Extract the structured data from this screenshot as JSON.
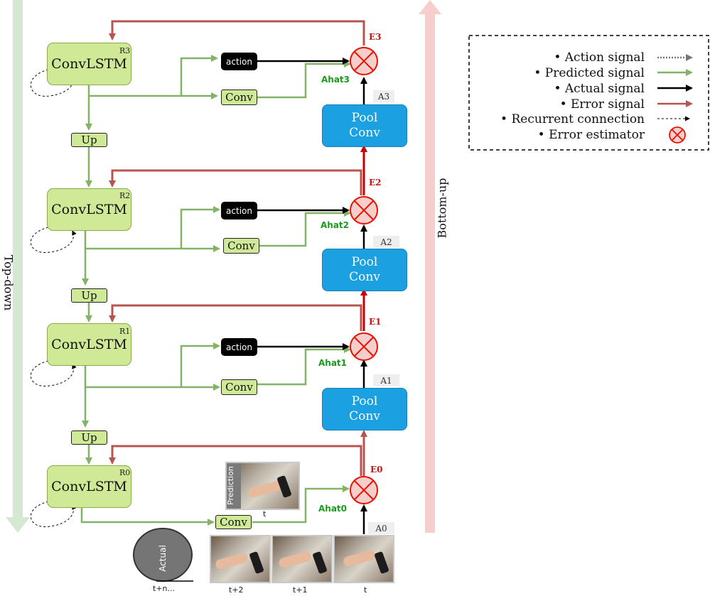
{
  "side_labels": {
    "top_down": "Top-down",
    "bottom_up": "Bottom-up"
  },
  "layers": [
    {
      "lstm_label": "ConvLSTM",
      "r_label": "R3",
      "action_label": "action",
      "conv_label": "Conv",
      "up_label": "Up",
      "pool_line1": "Pool",
      "pool_line2": "Conv",
      "a_label": "A3",
      "e_label": "E3",
      "ahat_label": "Ahat3"
    },
    {
      "lstm_label": "ConvLSTM",
      "r_label": "R2",
      "action_label": "action",
      "conv_label": "Conv",
      "up_label": "Up",
      "pool_line1": "Pool",
      "pool_line2": "Conv",
      "a_label": "A2",
      "e_label": "E2",
      "ahat_label": "Ahat2"
    },
    {
      "lstm_label": "ConvLSTM",
      "r_label": "R1",
      "action_label": "action",
      "conv_label": "Conv",
      "up_label": "Up",
      "pool_line1": "Pool",
      "pool_line2": "Conv",
      "a_label": "A1",
      "e_label": "E1",
      "ahat_label": "Ahat1"
    },
    {
      "lstm_label": "ConvLSTM",
      "r_label": "R0",
      "conv_label": "Conv",
      "a_label": "A0",
      "e_label": "E0",
      "ahat_label": "Ahat0"
    }
  ],
  "prediction": {
    "rotated_label": "Prediction",
    "caption": "t"
  },
  "input_frames": {
    "captions": [
      "t+2",
      "t+1",
      "t"
    ]
  },
  "actual": {
    "label": "Actual",
    "caption": "t+n..."
  },
  "legend": [
    {
      "label": "Action signal",
      "color": "#777777",
      "style": "dotted"
    },
    {
      "label": "Predicted signal",
      "color": "#82b366",
      "style": "solid"
    },
    {
      "label": "Actual signal",
      "color": "#000000",
      "style": "solid"
    },
    {
      "label": "Error signal",
      "color": "#b85450",
      "style": "solid"
    },
    {
      "label": "Recurrent connection",
      "color": "#000000",
      "style": "dashed"
    },
    {
      "label": "Error estimator",
      "color": "#e51400",
      "style": "symbol"
    }
  ],
  "colors": {
    "green": "#82b366",
    "red": "#b85450",
    "dark_red": "#cc0000",
    "blue": "#1ba1e2",
    "lstm_fill": "#cfe996",
    "estimator_fill": "#f8cecc",
    "estimator_stroke": "#e51400"
  }
}
